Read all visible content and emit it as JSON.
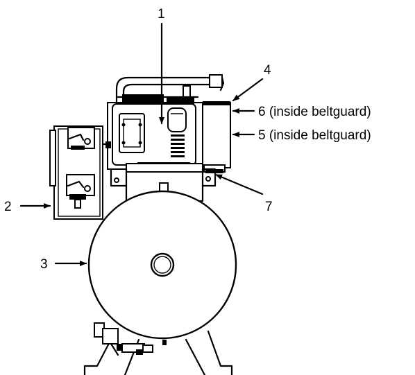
{
  "callouts": {
    "c1": "1",
    "c2": "2",
    "c3": "3",
    "c4": "4",
    "c5": "5 (inside beltguard)",
    "c6": "6 (inside beltguard)",
    "c7": "7"
  }
}
